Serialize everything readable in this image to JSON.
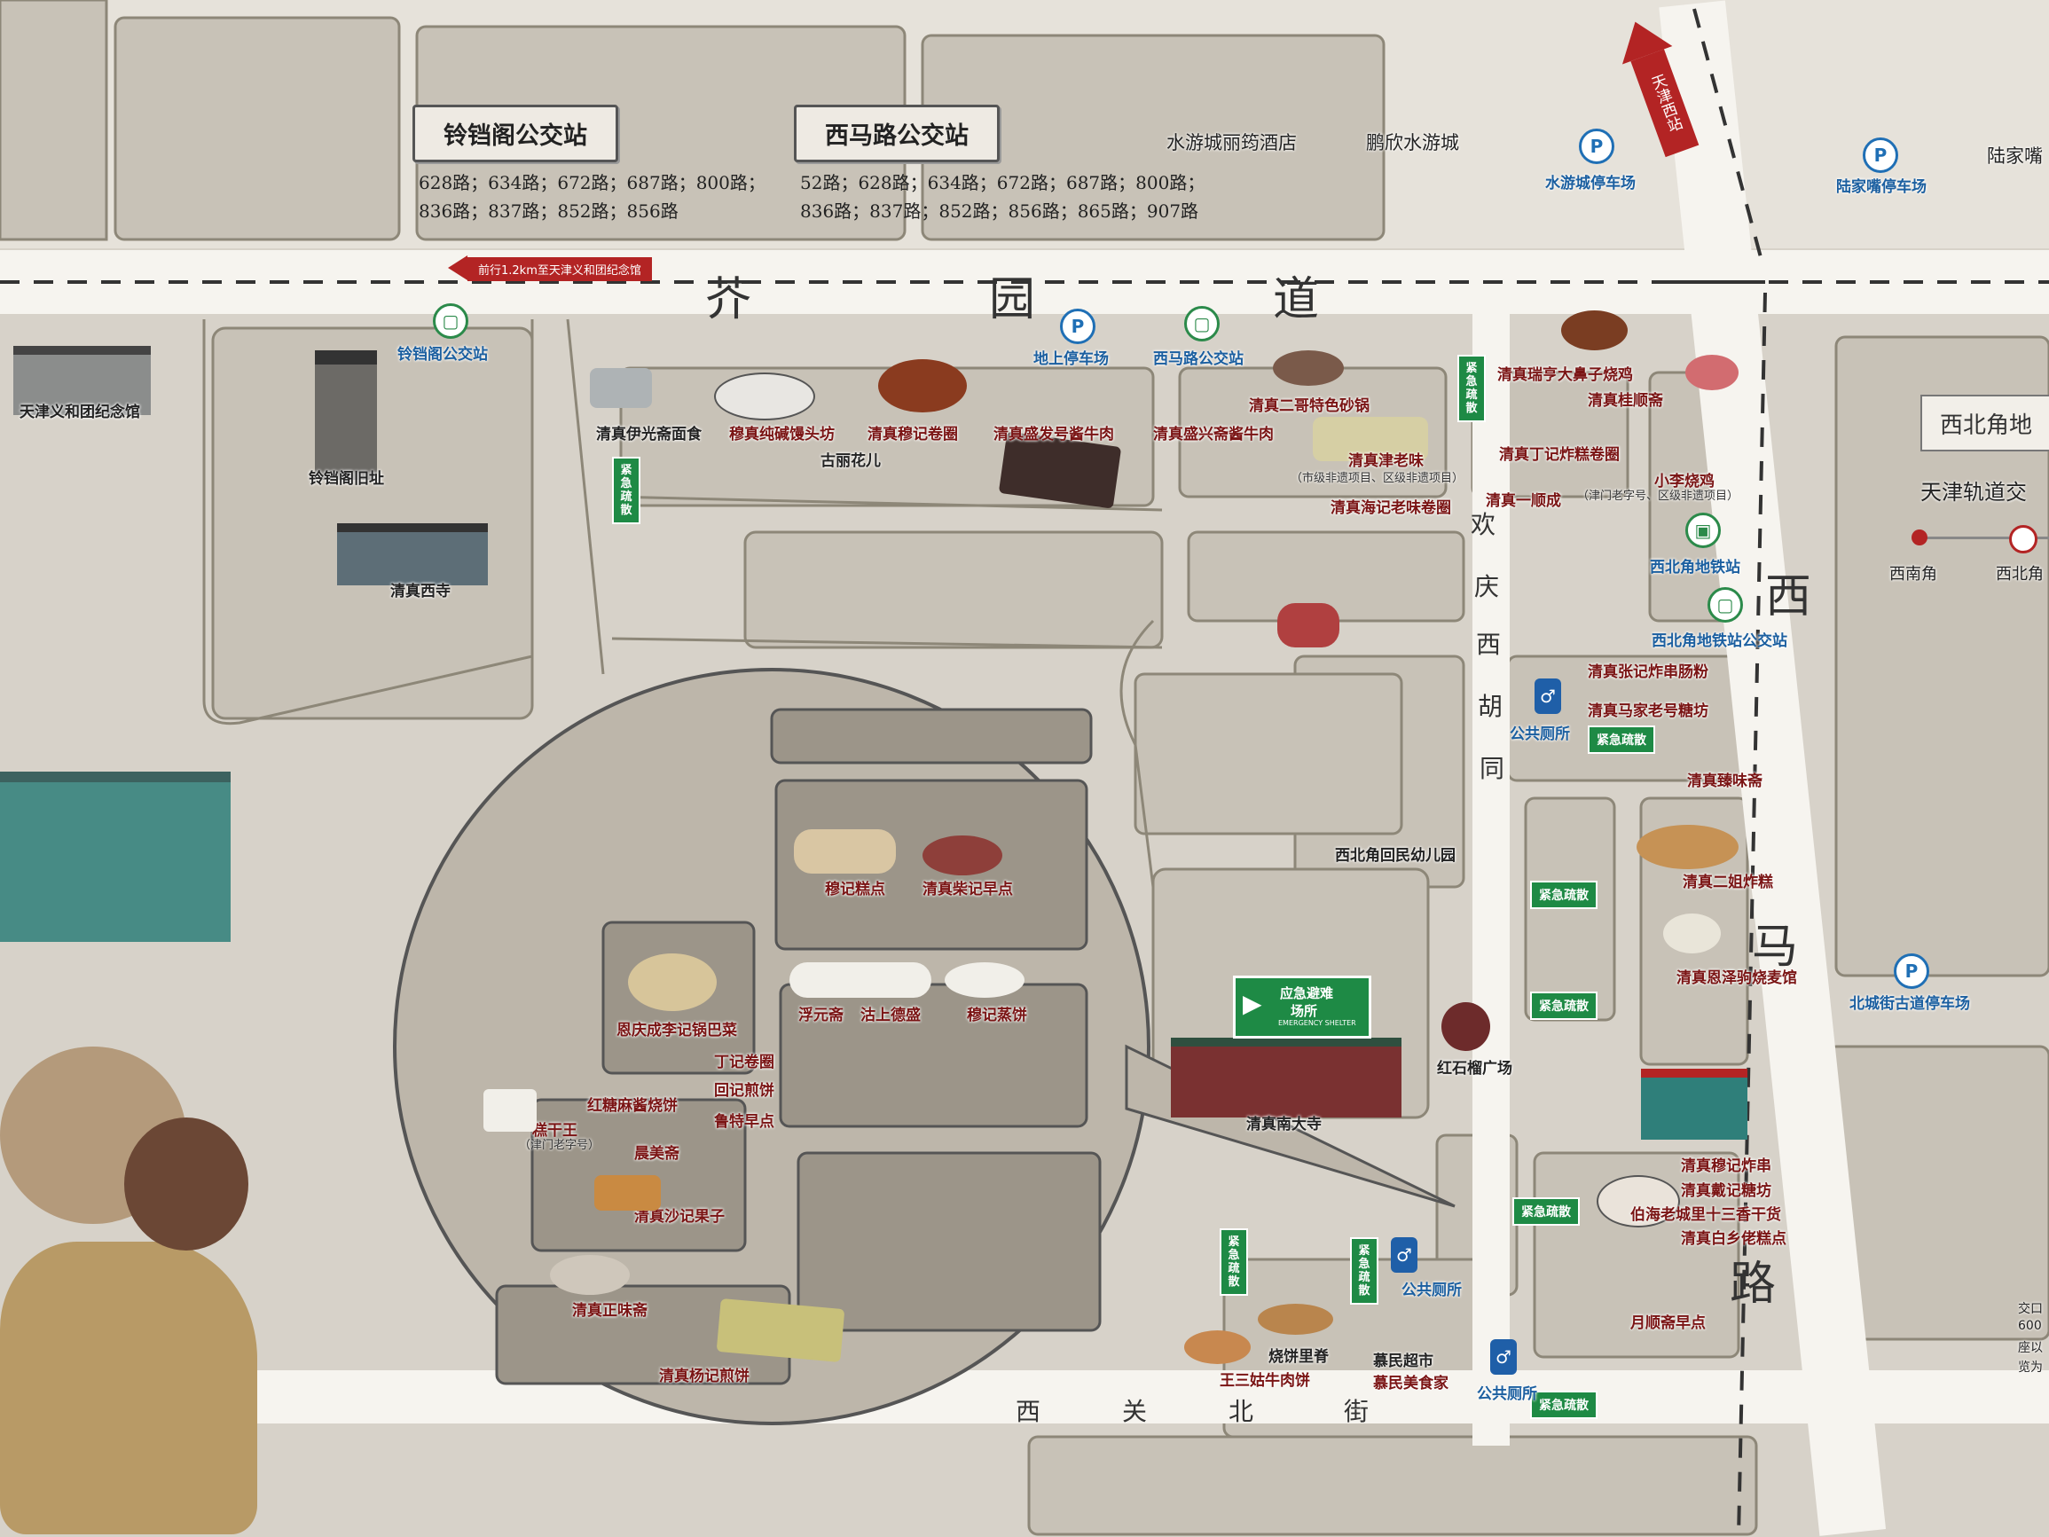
{
  "bus_stops": {
    "linglongge": {
      "title": "铃铛阁公交站",
      "routes_line1": "628路；634路；672路；687路；800路；",
      "routes_line2": "836路；837路；852路；856路"
    },
    "ximalu": {
      "title": "西马路公交站",
      "routes_line1": "52路；628路；634路；672路；687路；800路；",
      "routes_line2": "836路；837路；852路；856路；865路；907路"
    }
  },
  "roads": {
    "jieyuan": [
      "芥",
      "园",
      "道"
    ],
    "ximalu": [
      "西",
      "马",
      "路"
    ],
    "xiguanbei": [
      "西",
      "关",
      "北",
      "街"
    ],
    "huanqing": [
      "欢",
      "庆",
      "西",
      "胡",
      "同"
    ],
    "tianjinxizhan": "天津西站"
  },
  "top_labels": {
    "hotel": "水游城丽筠酒店",
    "water_city": "鹏欣水游城",
    "lujiazui": "陆家嘴",
    "parking_shuiyou": "水游城停车场",
    "parking_lujiazui": "陆家嘴停车场",
    "direction_arrow": "前行1.2km至天津义和团纪念馆"
  },
  "places": [
    {
      "name": "铃铛阁公交站",
      "kind": "blue"
    },
    {
      "name": "地上停车场",
      "kind": "blue"
    },
    {
      "name": "西马路公交站",
      "kind": "blue"
    },
    {
      "name": "天津义和团纪念馆",
      "kind": "dark"
    },
    {
      "name": "铃铛阁旧址",
      "kind": "dark"
    },
    {
      "name": "清真西寺",
      "kind": "dark"
    },
    {
      "name": "清真伊光斋面食",
      "kind": "dark"
    },
    {
      "name": "穆真纯碱馒头坊",
      "kind": "red"
    },
    {
      "name": "清真穆记卷圈",
      "kind": "red"
    },
    {
      "name": "古丽花儿",
      "kind": "dark"
    },
    {
      "name": "清真盛发号酱牛肉",
      "kind": "red"
    },
    {
      "name": "清真盛兴斋酱牛肉",
      "kind": "red"
    },
    {
      "name": "清真二哥特色砂锅",
      "kind": "red"
    },
    {
      "name": "清真津老味",
      "kind": "red"
    },
    {
      "name": "（市级非遗项目、区级非遗项目）",
      "kind": "small"
    },
    {
      "name": "清真海记老味卷圈",
      "kind": "red"
    },
    {
      "name": "清真瑞亨大鼻子烧鸡",
      "kind": "red"
    },
    {
      "name": "清真桂顺斋",
      "kind": "red"
    },
    {
      "name": "清真丁记炸糕卷圈",
      "kind": "red"
    },
    {
      "name": "小李烧鸡",
      "kind": "red"
    },
    {
      "name": "清真一顺成",
      "kind": "red"
    },
    {
      "name": "（津门老字号、区级非遗项目）",
      "kind": "small"
    },
    {
      "name": "西北角地铁站",
      "kind": "blue"
    },
    {
      "name": "西北角地铁站公交站",
      "kind": "blue"
    },
    {
      "name": "清真张记炸串肠粉",
      "kind": "red"
    },
    {
      "name": "清真马家老号糖坊",
      "kind": "red"
    },
    {
      "name": "公共厕所",
      "kind": "blue"
    },
    {
      "name": "清真臻味斋",
      "kind": "red"
    },
    {
      "name": "西北角回民幼儿园",
      "kind": "dark"
    },
    {
      "name": "清真二姐炸糕",
      "kind": "red"
    },
    {
      "name": "清真恩泽驹烧麦馆",
      "kind": "red"
    },
    {
      "name": "北城街古道停车场",
      "kind": "blue"
    },
    {
      "name": "红石榴广场",
      "kind": "dark"
    },
    {
      "name": "清真南大寺",
      "kind": "dark"
    },
    {
      "name": "清真穆记炸串",
      "kind": "red"
    },
    {
      "name": "清真戴记糖坊",
      "kind": "red"
    },
    {
      "name": "伯海老城里十三香干货",
      "kind": "red"
    },
    {
      "name": "清真白乡佬糕点",
      "kind": "red"
    },
    {
      "name": "月顺斋早点",
      "kind": "red"
    },
    {
      "name": "烧饼里脊",
      "kind": "dark"
    },
    {
      "name": "王三姑牛肉饼",
      "kind": "red"
    },
    {
      "name": "慕民超市",
      "kind": "dark"
    },
    {
      "name": "慕民美食家",
      "kind": "red"
    },
    {
      "name": "公共厕所",
      "kind": "blue"
    },
    {
      "name": "公共厕所",
      "kind": "blue"
    }
  ],
  "inset_places": [
    "穆记糕点",
    "清真柴记早点",
    "浮元斋",
    "沽上德盛",
    "穆记蒸饼",
    "恩庆成李记锅巴菜",
    "丁记卷圈",
    "回记煎饼",
    "鲁特早点",
    "红糖麻酱烧饼",
    "晨美斋",
    "清真沙记果子",
    "清真正味斋",
    "清真杨记煎饼",
    "糕干王",
    "（津门老字号）"
  ],
  "shelter": {
    "line1": "应急避难",
    "line2": "场所",
    "en": "EMERGENCY SHELTER"
  },
  "evac_label": "紧急疏散",
  "right_panel": {
    "title": "西北角地",
    "subtitle": "天津轨道交",
    "stations": [
      "西南角",
      "西北角"
    ]
  },
  "edge_text": [
    "交口",
    "600",
    "座以",
    "览为"
  ],
  "colors": {
    "background": "#e3dfd7",
    "road": "#f6f4ef",
    "block": "#c9c3b8",
    "accent_red": "#7a1414",
    "info_blue": "#1f6fb5",
    "evac_green": "#1e8a45"
  },
  "icons": [
    "parking-icon",
    "bus-icon",
    "subway-icon",
    "toilet-icon",
    "evacuation-icon"
  ]
}
